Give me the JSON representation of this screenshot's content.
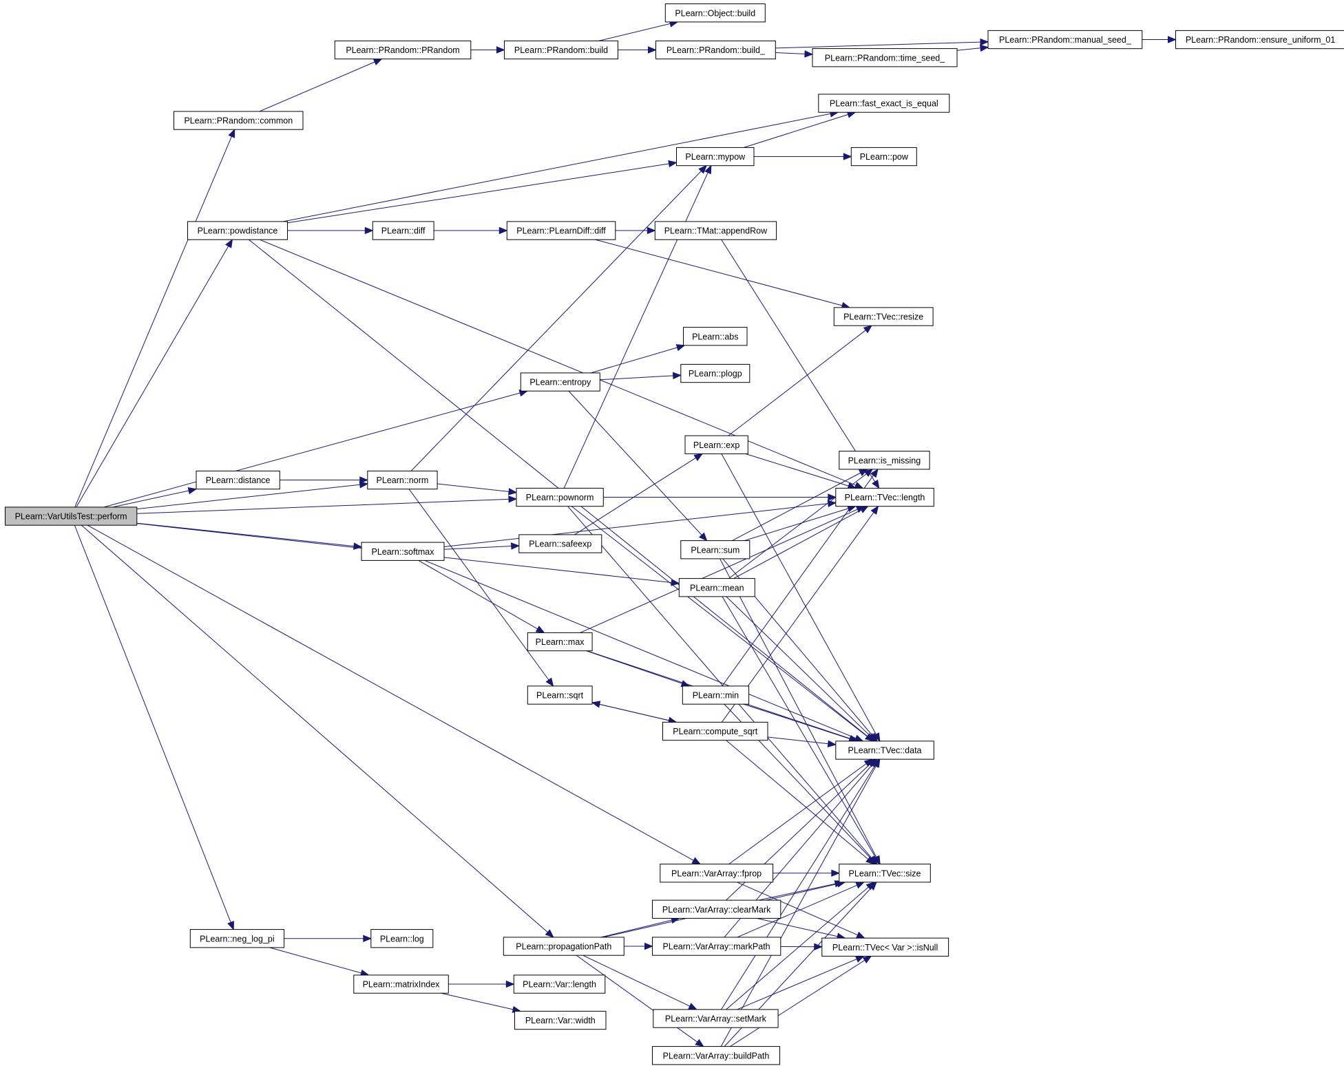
{
  "graph": {
    "root": "perform",
    "nodes": [
      {
        "id": "perform",
        "label": "PLearn::VarUtilsTest::perform"
      },
      {
        "id": "common",
        "label": "PLearn::PRandom::common"
      },
      {
        "id": "prandom",
        "label": "PLearn::PRandom::PRandom"
      },
      {
        "id": "pr_build",
        "label": "PLearn::PRandom::build"
      },
      {
        "id": "obj_build",
        "label": "PLearn::Object::build"
      },
      {
        "id": "pr_build_",
        "label": "PLearn::PRandom::build_"
      },
      {
        "id": "manual_seed",
        "label": "PLearn::PRandom::manual_seed_"
      },
      {
        "id": "ensure_uniform",
        "label": "PLearn::PRandom::ensure_uniform_01"
      },
      {
        "id": "time_seed",
        "label": "PLearn::PRandom::time_seed_"
      },
      {
        "id": "fast_exact",
        "label": "PLearn::fast_exact_is_equal"
      },
      {
        "id": "mypow",
        "label": "PLearn::mypow"
      },
      {
        "id": "pow",
        "label": "PLearn::pow"
      },
      {
        "id": "powdistance",
        "label": "PLearn::powdistance"
      },
      {
        "id": "diff",
        "label": "PLearn::diff"
      },
      {
        "id": "pldiff",
        "label": "PLearn::PLearnDiff::diff"
      },
      {
        "id": "appendrow",
        "label": "PLearn::TMat::appendRow"
      },
      {
        "id": "resize",
        "label": "PLearn::TVec::resize"
      },
      {
        "id": "abs",
        "label": "PLearn::abs"
      },
      {
        "id": "entropy",
        "label": "PLearn::entropy"
      },
      {
        "id": "plogp",
        "label": "PLearn::plogp"
      },
      {
        "id": "exp",
        "label": "PLearn::exp"
      },
      {
        "id": "is_missing",
        "label": "PLearn::is_missing"
      },
      {
        "id": "distance",
        "label": "PLearn::distance"
      },
      {
        "id": "norm",
        "label": "PLearn::norm"
      },
      {
        "id": "pownorm",
        "label": "PLearn::pownorm"
      },
      {
        "id": "tvec_length",
        "label": "PLearn::TVec::length"
      },
      {
        "id": "softmax",
        "label": "PLearn::softmax"
      },
      {
        "id": "safeexp",
        "label": "PLearn::safeexp"
      },
      {
        "id": "sum",
        "label": "PLearn::sum"
      },
      {
        "id": "mean",
        "label": "PLearn::mean"
      },
      {
        "id": "max",
        "label": "PLearn::max"
      },
      {
        "id": "min",
        "label": "PLearn::min"
      },
      {
        "id": "sqrt",
        "label": "PLearn::sqrt"
      },
      {
        "id": "compute_sqrt",
        "label": "PLearn::compute_sqrt"
      },
      {
        "id": "tvec_data",
        "label": "PLearn::TVec::data"
      },
      {
        "id": "fprop",
        "label": "PLearn::VarArray::fprop"
      },
      {
        "id": "tvec_size",
        "label": "PLearn::TVec::size"
      },
      {
        "id": "clearmark",
        "label": "PLearn::VarArray::clearMark"
      },
      {
        "id": "neg_log_pi",
        "label": "PLearn::neg_log_pi"
      },
      {
        "id": "log",
        "label": "PLearn::log"
      },
      {
        "id": "propagationpath",
        "label": "PLearn::propagationPath"
      },
      {
        "id": "markpath",
        "label": "PLearn::VarArray::markPath"
      },
      {
        "id": "isnull",
        "label": "PLearn::TVec< Var >::isNull"
      },
      {
        "id": "matrixindex",
        "label": "PLearn::matrixIndex"
      },
      {
        "id": "var_length",
        "label": "PLearn::Var::length"
      },
      {
        "id": "var_width",
        "label": "PLearn::Var::width"
      },
      {
        "id": "setmark",
        "label": "PLearn::VarArray::setMark"
      },
      {
        "id": "buildpath",
        "label": "PLearn::VarArray::buildPath"
      }
    ],
    "edges": [
      [
        "perform",
        "common"
      ],
      [
        "perform",
        "powdistance"
      ],
      [
        "perform",
        "entropy"
      ],
      [
        "perform",
        "norm"
      ],
      [
        "perform",
        "distance"
      ],
      [
        "perform",
        "pownorm"
      ],
      [
        "perform",
        "softmax"
      ],
      [
        "perform",
        "mean"
      ],
      [
        "perform",
        "fprop"
      ],
      [
        "perform",
        "neg_log_pi"
      ],
      [
        "perform",
        "propagationpath"
      ],
      [
        "common",
        "prandom"
      ],
      [
        "prandom",
        "pr_build"
      ],
      [
        "pr_build",
        "obj_build"
      ],
      [
        "pr_build",
        "pr_build_"
      ],
      [
        "pr_build_",
        "manual_seed"
      ],
      [
        "pr_build_",
        "time_seed"
      ],
      [
        "time_seed",
        "manual_seed"
      ],
      [
        "manual_seed",
        "ensure_uniform"
      ],
      [
        "powdistance",
        "fast_exact"
      ],
      [
        "powdistance",
        "mypow"
      ],
      [
        "powdistance",
        "diff"
      ],
      [
        "powdistance",
        "tvec_length"
      ],
      [
        "powdistance",
        "tvec_data"
      ],
      [
        "mypow",
        "fast_exact"
      ],
      [
        "mypow",
        "pow"
      ],
      [
        "diff",
        "pldiff"
      ],
      [
        "pldiff",
        "appendrow"
      ],
      [
        "pldiff",
        "resize"
      ],
      [
        "appendrow",
        "tvec_length"
      ],
      [
        "entropy",
        "abs"
      ],
      [
        "entropy",
        "plogp"
      ],
      [
        "entropy",
        "sum"
      ],
      [
        "distance",
        "norm"
      ],
      [
        "norm",
        "mypow"
      ],
      [
        "norm",
        "pownorm"
      ],
      [
        "norm",
        "sqrt"
      ],
      [
        "pownorm",
        "mypow"
      ],
      [
        "pownorm",
        "tvec_length"
      ],
      [
        "pownorm",
        "tvec_data"
      ],
      [
        "pownorm",
        "tvec_size"
      ],
      [
        "softmax",
        "tvec_length"
      ],
      [
        "softmax",
        "safeexp"
      ],
      [
        "softmax",
        "max"
      ],
      [
        "softmax",
        "tvec_data"
      ],
      [
        "safeexp",
        "exp"
      ],
      [
        "exp",
        "resize"
      ],
      [
        "exp",
        "tvec_length"
      ],
      [
        "exp",
        "tvec_data"
      ],
      [
        "max",
        "tvec_length"
      ],
      [
        "max",
        "min"
      ],
      [
        "max",
        "tvec_data"
      ],
      [
        "sum",
        "is_missing"
      ],
      [
        "sum",
        "tvec_length"
      ],
      [
        "sum",
        "tvec_data"
      ],
      [
        "sum",
        "tvec_size"
      ],
      [
        "mean",
        "is_missing"
      ],
      [
        "mean",
        "tvec_length"
      ],
      [
        "mean",
        "tvec_data"
      ],
      [
        "mean",
        "tvec_size"
      ],
      [
        "min",
        "is_missing"
      ],
      [
        "min",
        "tvec_data"
      ],
      [
        "min",
        "tvec_size"
      ],
      [
        "sqrt",
        "compute_sqrt"
      ],
      [
        "compute_sqrt",
        "sqrt"
      ],
      [
        "compute_sqrt",
        "tvec_length"
      ],
      [
        "compute_sqrt",
        "tvec_data"
      ],
      [
        "compute_sqrt",
        "tvec_size"
      ],
      [
        "fprop",
        "tvec_data"
      ],
      [
        "fprop",
        "tvec_size"
      ],
      [
        "fprop",
        "isnull"
      ],
      [
        "clearmark",
        "tvec_data"
      ],
      [
        "clearmark",
        "tvec_size"
      ],
      [
        "clearmark",
        "isnull"
      ],
      [
        "neg_log_pi",
        "log"
      ],
      [
        "neg_log_pi",
        "matrixindex"
      ],
      [
        "matrixindex",
        "var_length"
      ],
      [
        "matrixindex",
        "var_width"
      ],
      [
        "propagationpath",
        "clearmark"
      ],
      [
        "propagationpath",
        "markpath"
      ],
      [
        "propagationpath",
        "tvec_size"
      ],
      [
        "propagationpath",
        "setmark"
      ],
      [
        "propagationpath",
        "buildpath"
      ],
      [
        "markpath",
        "tvec_data"
      ],
      [
        "markpath",
        "tvec_size"
      ],
      [
        "markpath",
        "isnull"
      ],
      [
        "setmark",
        "tvec_data"
      ],
      [
        "setmark",
        "tvec_size"
      ],
      [
        "setmark",
        "isnull"
      ],
      [
        "buildpath",
        "tvec_data"
      ],
      [
        "buildpath",
        "tvec_size"
      ],
      [
        "buildpath",
        "isnull"
      ]
    ]
  }
}
